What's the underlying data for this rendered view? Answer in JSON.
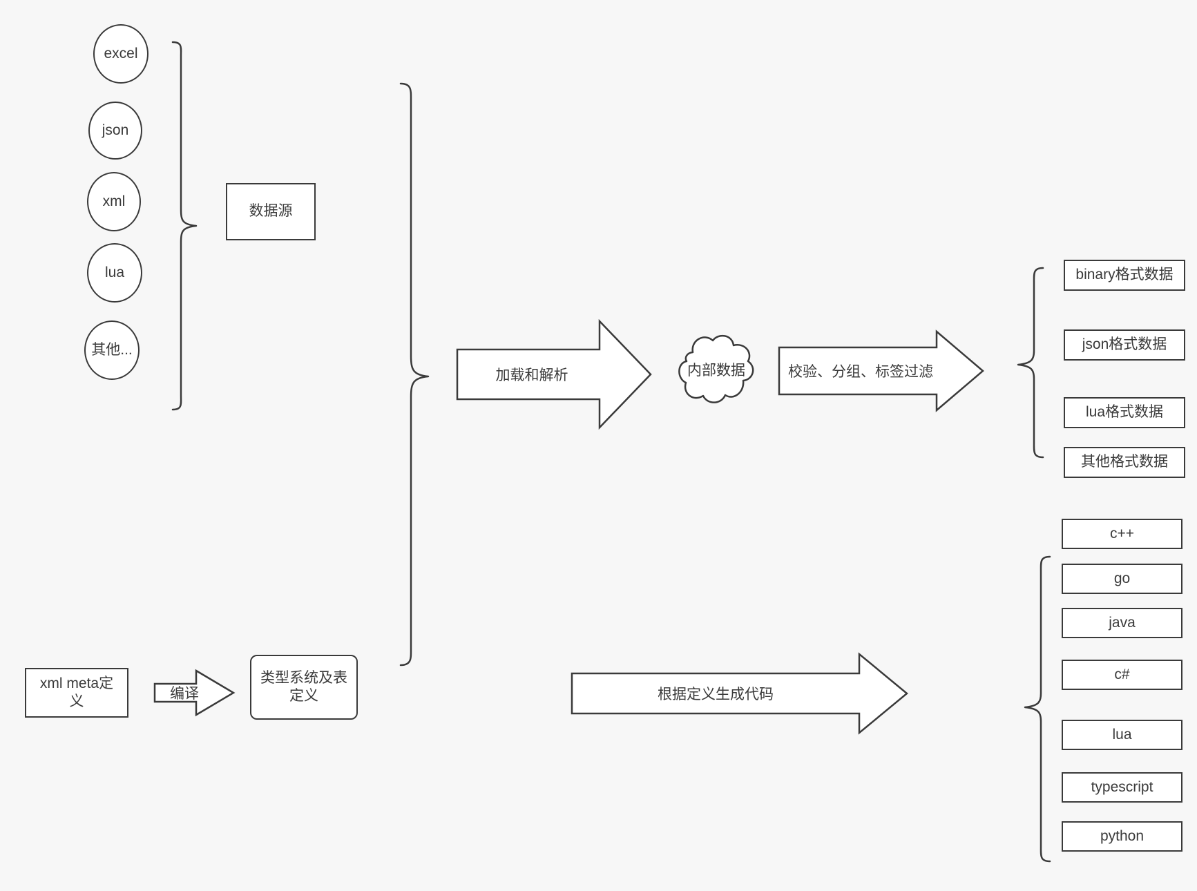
{
  "diagram": {
    "title": "data pipeline and code generation flow",
    "background_color": "#f7f7f7",
    "stroke_color": "#3a3a3a",
    "fill_color": "#ffffff"
  },
  "sources": {
    "items": [
      {
        "label": "excel"
      },
      {
        "label": "json"
      },
      {
        "label": "xml"
      },
      {
        "label": "lua"
      },
      {
        "label": "其他..."
      }
    ],
    "group_label": "数据源"
  },
  "meta": {
    "input_label": "xml meta定义",
    "compile_label": "编译",
    "output_label": "类型系统及表定义"
  },
  "pipeline": {
    "load_parse_label": "加载和解析",
    "internal_data_label": "内部数据",
    "validate_label": "校验、分组、标签过滤",
    "codegen_label": "根据定义生成代码"
  },
  "outputs": {
    "formats": [
      {
        "label": "binary格式数据"
      },
      {
        "label": "json格式数据"
      },
      {
        "label": "lua格式数据"
      },
      {
        "label": "其他格式数据"
      }
    ],
    "languages": [
      {
        "label": "c++"
      },
      {
        "label": "go"
      },
      {
        "label": "java"
      },
      {
        "label": "c#"
      },
      {
        "label": "lua"
      },
      {
        "label": "typescript"
      },
      {
        "label": "python"
      }
    ]
  },
  "icons": {
    "brace_left": "curly-brace-right-facing",
    "brace_main": "curly-brace-right-facing-large",
    "brace_formats": "curly-brace-left-facing",
    "brace_languages": "curly-brace-left-facing",
    "arrow": "block-arrow-right"
  }
}
